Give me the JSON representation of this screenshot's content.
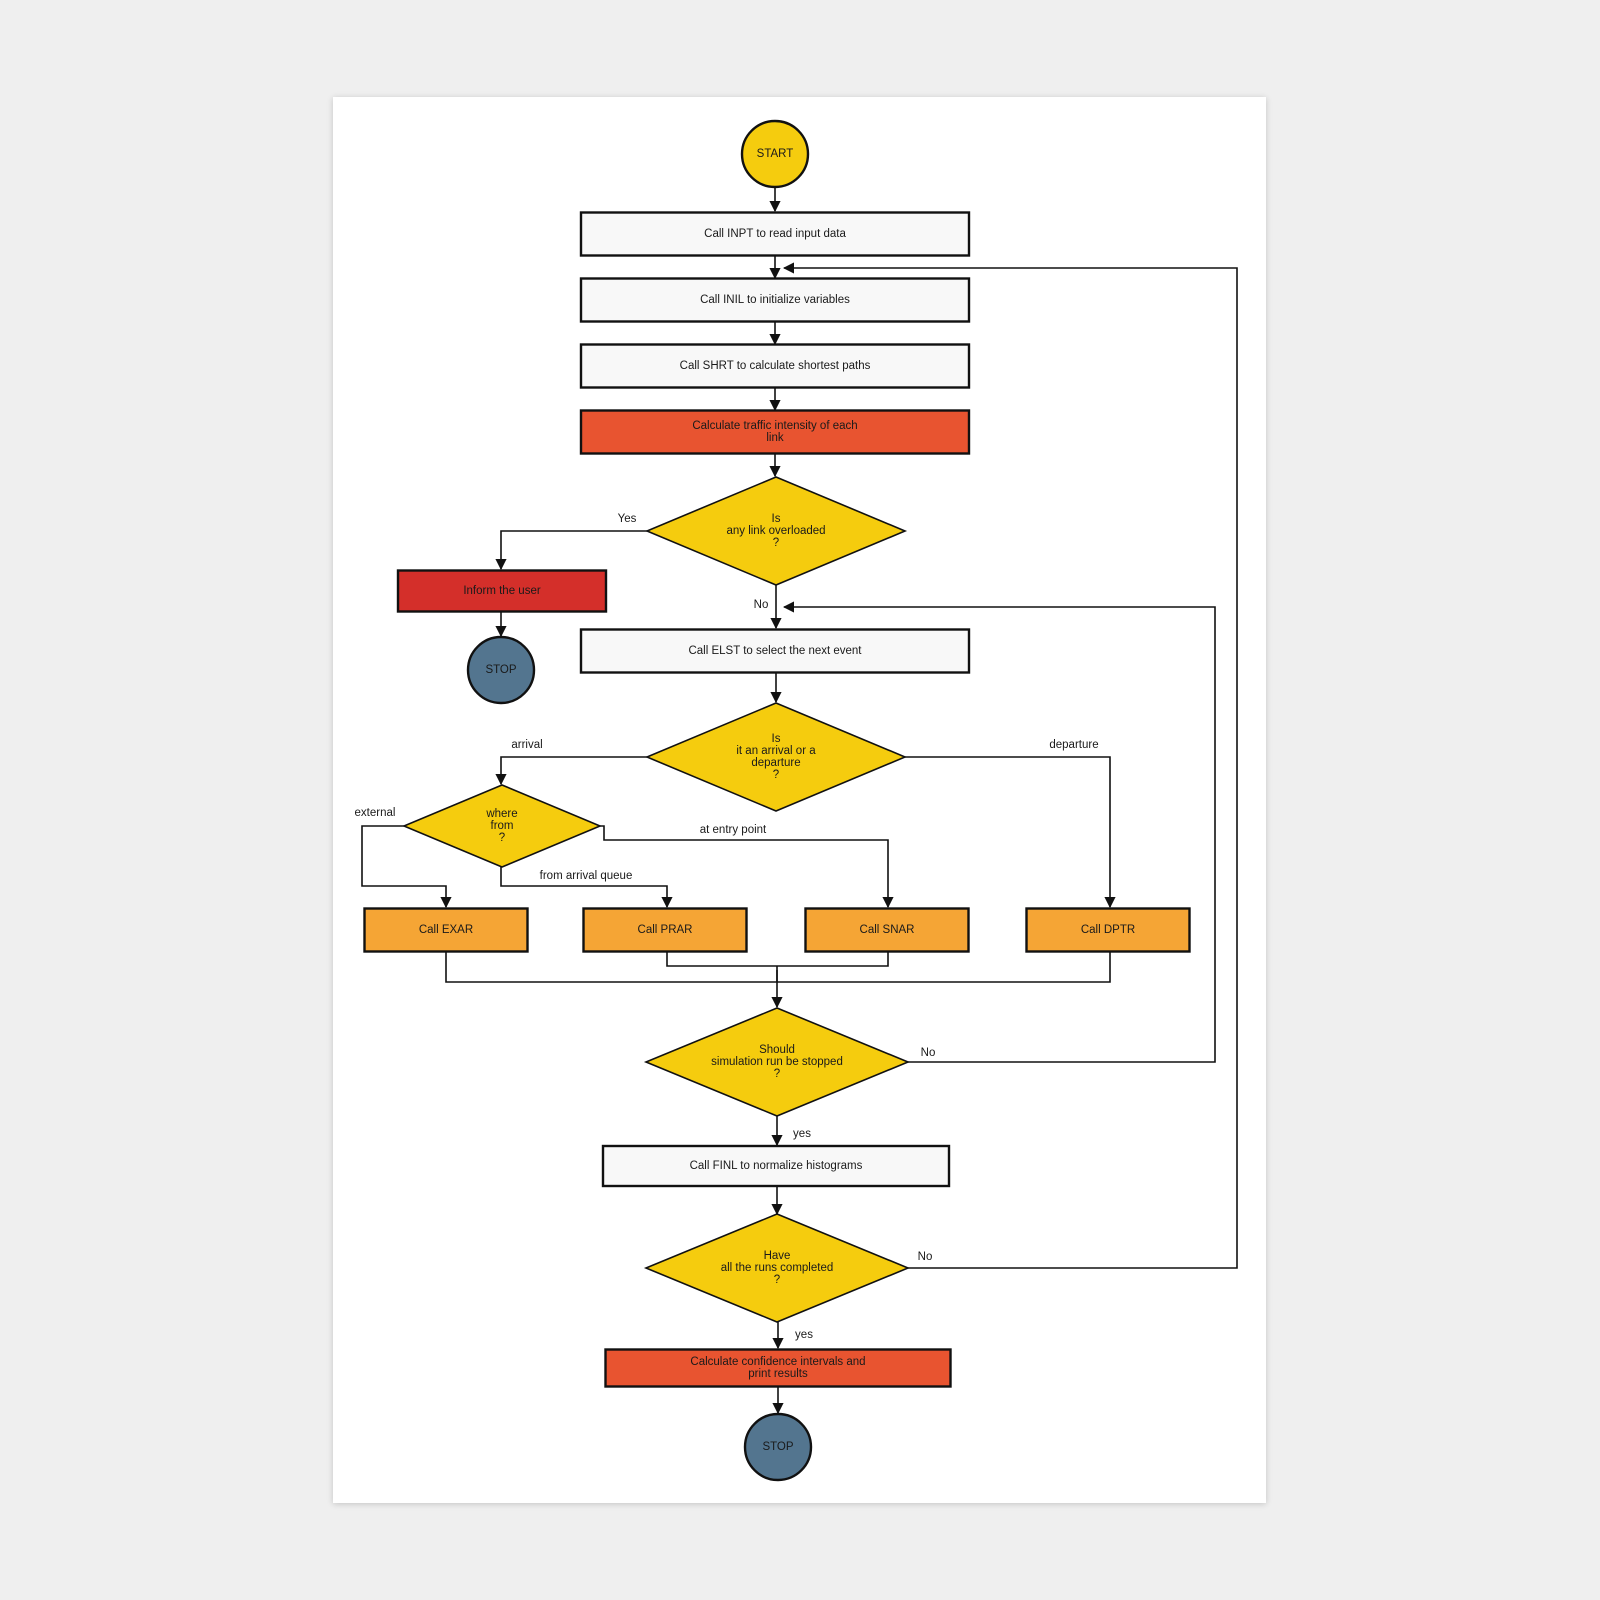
{
  "colors": {
    "process_white": "#f8f8f8",
    "process_red": "#e85430",
    "process_darkred": "#d42f2a",
    "process_orange": "#f5a535",
    "decision_yellow": "#f5cc0e",
    "terminal_start": "#f5cc0e",
    "terminal_stop": "#53758f",
    "page_bg": "#efefef",
    "paper_bg": "#ffffff"
  },
  "nodes": {
    "start": {
      "shape": "terminal",
      "fill": "terminal_start",
      "lines": [
        "START"
      ]
    },
    "inpt": {
      "shape": "process",
      "fill": "process_white",
      "lines": [
        "Call INPT to read input data"
      ]
    },
    "inil": {
      "shape": "process",
      "fill": "process_white",
      "lines": [
        "Call INIL to initialize variables"
      ]
    },
    "shrt": {
      "shape": "process",
      "fill": "process_white",
      "lines": [
        "Call SHRT to calculate shortest paths"
      ]
    },
    "traffic": {
      "shape": "process",
      "fill": "process_red",
      "lines": [
        "Calculate traffic intensity of each",
        "link"
      ]
    },
    "overloaded": {
      "shape": "decision",
      "fill": "decision_yellow",
      "lines": [
        "Is",
        "any link overloaded",
        "?"
      ]
    },
    "inform": {
      "shape": "process",
      "fill": "process_darkred",
      "lines": [
        "Inform the user"
      ]
    },
    "stop1": {
      "shape": "terminal",
      "fill": "terminal_stop",
      "lines": [
        "STOP"
      ]
    },
    "elst": {
      "shape": "process",
      "fill": "process_white",
      "lines": [
        "Call ELST to select the next event"
      ]
    },
    "arrdep": {
      "shape": "decision",
      "fill": "decision_yellow",
      "lines": [
        "Is",
        "it an arrival or a",
        "departure",
        "?"
      ]
    },
    "wherefrom": {
      "shape": "decision",
      "fill": "decision_yellow",
      "lines": [
        "where",
        "from",
        "?"
      ]
    },
    "exar": {
      "shape": "process",
      "fill": "process_orange",
      "lines": [
        "Call EXAR"
      ]
    },
    "prar": {
      "shape": "process",
      "fill": "process_orange",
      "lines": [
        "Call PRAR"
      ]
    },
    "snar": {
      "shape": "process",
      "fill": "process_orange",
      "lines": [
        "Call SNAR"
      ]
    },
    "dptr": {
      "shape": "process",
      "fill": "process_orange",
      "lines": [
        "Call DPTR"
      ]
    },
    "stopsim": {
      "shape": "decision",
      "fill": "decision_yellow",
      "lines": [
        "Should",
        "simulation run be stopped",
        "?"
      ]
    },
    "finl": {
      "shape": "process",
      "fill": "process_white",
      "lines": [
        "Call FINL to normalize histograms"
      ]
    },
    "allruns": {
      "shape": "decision",
      "fill": "decision_yellow",
      "lines": [
        "Have",
        "all the runs completed",
        "?"
      ]
    },
    "confidence": {
      "shape": "process",
      "fill": "process_red",
      "lines": [
        "Calculate confidence intervals and",
        "print results"
      ]
    },
    "stop2": {
      "shape": "terminal",
      "fill": "terminal_stop",
      "lines": [
        "STOP"
      ]
    }
  },
  "edges": [
    {
      "id": "e-start-inpt",
      "from": "start",
      "to": "inpt",
      "label": ""
    },
    {
      "id": "e-inpt-inil",
      "from": "inpt",
      "to": "inil",
      "label": ""
    },
    {
      "id": "e-inil-shrt",
      "from": "inil",
      "to": "shrt",
      "label": ""
    },
    {
      "id": "e-shrt-traffic",
      "from": "shrt",
      "to": "traffic",
      "label": ""
    },
    {
      "id": "e-traffic-overloaded",
      "from": "traffic",
      "to": "overloaded",
      "label": ""
    },
    {
      "id": "e-overloaded-inform",
      "from": "overloaded",
      "to": "inform",
      "label": "Yes"
    },
    {
      "id": "e-inform-stop1",
      "from": "inform",
      "to": "stop1",
      "label": ""
    },
    {
      "id": "e-overloaded-elst",
      "from": "overloaded",
      "to": "elst",
      "label": "No"
    },
    {
      "id": "e-elst-arrdep",
      "from": "elst",
      "to": "arrdep",
      "label": ""
    },
    {
      "id": "e-arrdep-wherefrom",
      "from": "arrdep",
      "to": "wherefrom",
      "label": "arrival"
    },
    {
      "id": "e-arrdep-dptr",
      "from": "arrdep",
      "to": "dptr",
      "label": "departure"
    },
    {
      "id": "e-wherefrom-exar",
      "from": "wherefrom",
      "to": "exar",
      "label": "external"
    },
    {
      "id": "e-wherefrom-prar",
      "from": "wherefrom",
      "to": "prar",
      "label": "from arrival queue"
    },
    {
      "id": "e-wherefrom-snar",
      "from": "wherefrom",
      "to": "snar",
      "label": "at entry point"
    },
    {
      "id": "e-calls-stopsim",
      "from": "exar",
      "to": "stopsim",
      "label": ""
    },
    {
      "id": "e-stopsim-elst",
      "from": "stopsim",
      "to": "elst",
      "label": "No"
    },
    {
      "id": "e-stopsim-finl",
      "from": "stopsim",
      "to": "finl",
      "label": "yes"
    },
    {
      "id": "e-finl-allruns",
      "from": "finl",
      "to": "allruns",
      "label": ""
    },
    {
      "id": "e-allruns-inil",
      "from": "allruns",
      "to": "inil",
      "label": "No"
    },
    {
      "id": "e-allruns-confidence",
      "from": "allruns",
      "to": "confidence",
      "label": "yes"
    },
    {
      "id": "e-confidence-stop2",
      "from": "confidence",
      "to": "stop2",
      "label": ""
    }
  ]
}
